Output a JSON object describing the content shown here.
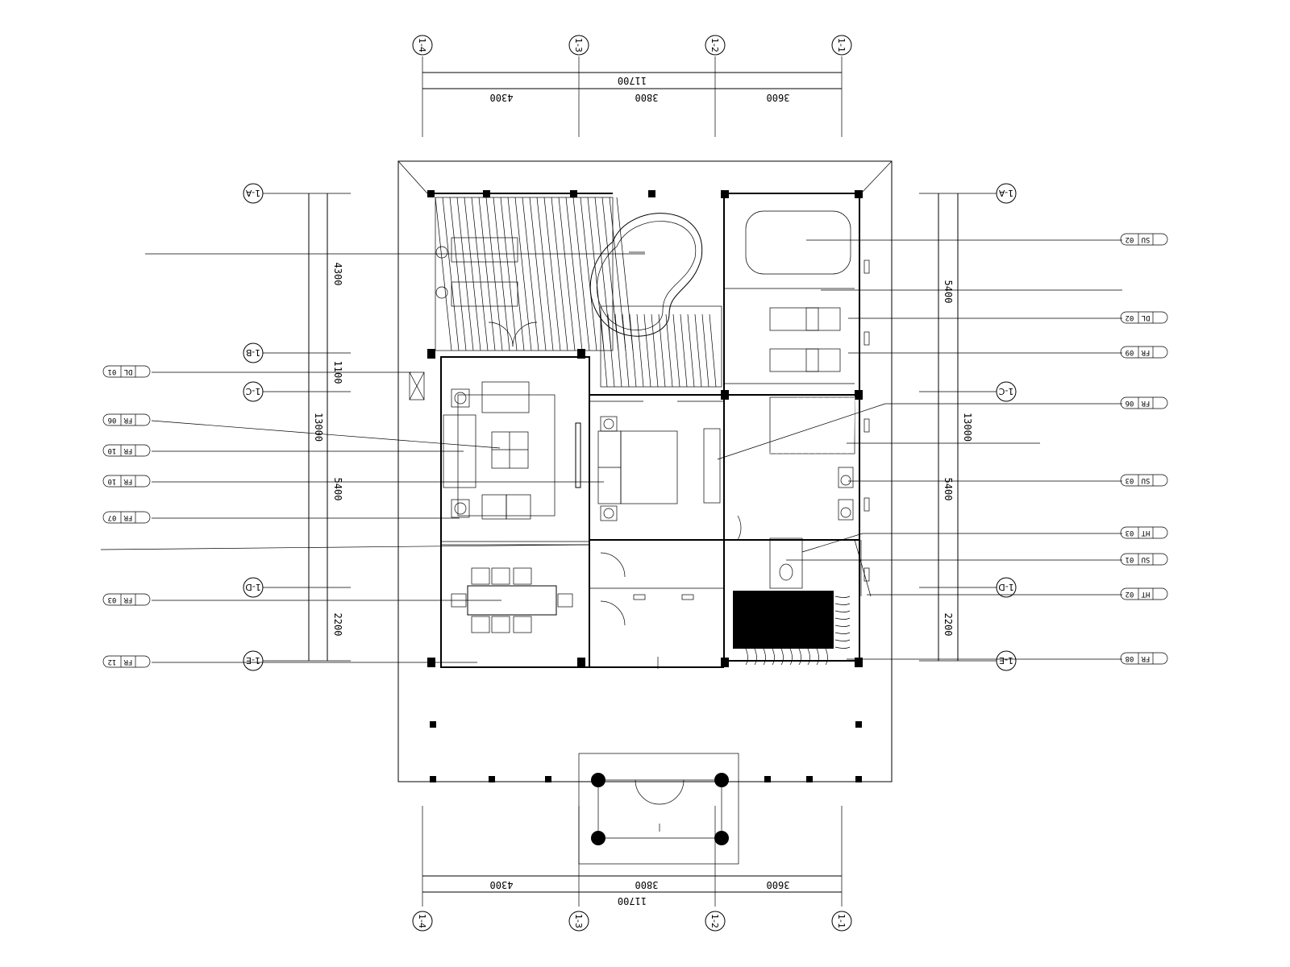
{
  "dims": {
    "top_total": "11700",
    "top_segments": [
      "4300",
      "3800",
      "3600"
    ],
    "bottom_total": "11700",
    "bottom_segments": [
      "4300",
      "3800",
      "3600"
    ],
    "left_total": "13000",
    "left_segments": [
      "4300",
      "1100",
      "5400",
      "2200"
    ],
    "right_total": "13000",
    "right_segments": [
      "5400",
      "5400",
      "2200"
    ]
  },
  "grid_axes": {
    "vertical": [
      "1-4",
      "1-3",
      "1-2",
      "1-1"
    ],
    "horizontal": [
      "1-A",
      "1-B",
      "1-C",
      "1-D",
      "1-E"
    ],
    "right_horizontal": [
      "1-A",
      "1-C",
      "1-D",
      "1-E"
    ]
  },
  "left_tags": [
    {
      "code": "DL",
      "num": "01"
    },
    {
      "code": "FR",
      "num": "06"
    },
    {
      "code": "FR",
      "num": "10"
    },
    {
      "code": "FR",
      "num": "10"
    },
    {
      "code": "FR",
      "num": "07"
    },
    {
      "code": "FR",
      "num": "03"
    },
    {
      "code": "FR",
      "num": "12"
    }
  ],
  "right_tags": [
    {
      "code": "SU",
      "num": "02"
    },
    {
      "code": "DL",
      "num": "02"
    },
    {
      "code": "FR",
      "num": "09"
    },
    {
      "code": "FR",
      "num": "06"
    },
    {
      "code": "SU",
      "num": "03"
    },
    {
      "code": "HT",
      "num": "03"
    },
    {
      "code": "SU",
      "num": "01"
    },
    {
      "code": "HT",
      "num": "02"
    },
    {
      "code": "FR",
      "num": "08"
    }
  ],
  "colors": {
    "line": "#000000",
    "background": "#ffffff",
    "hatch_fill": "#555555"
  }
}
